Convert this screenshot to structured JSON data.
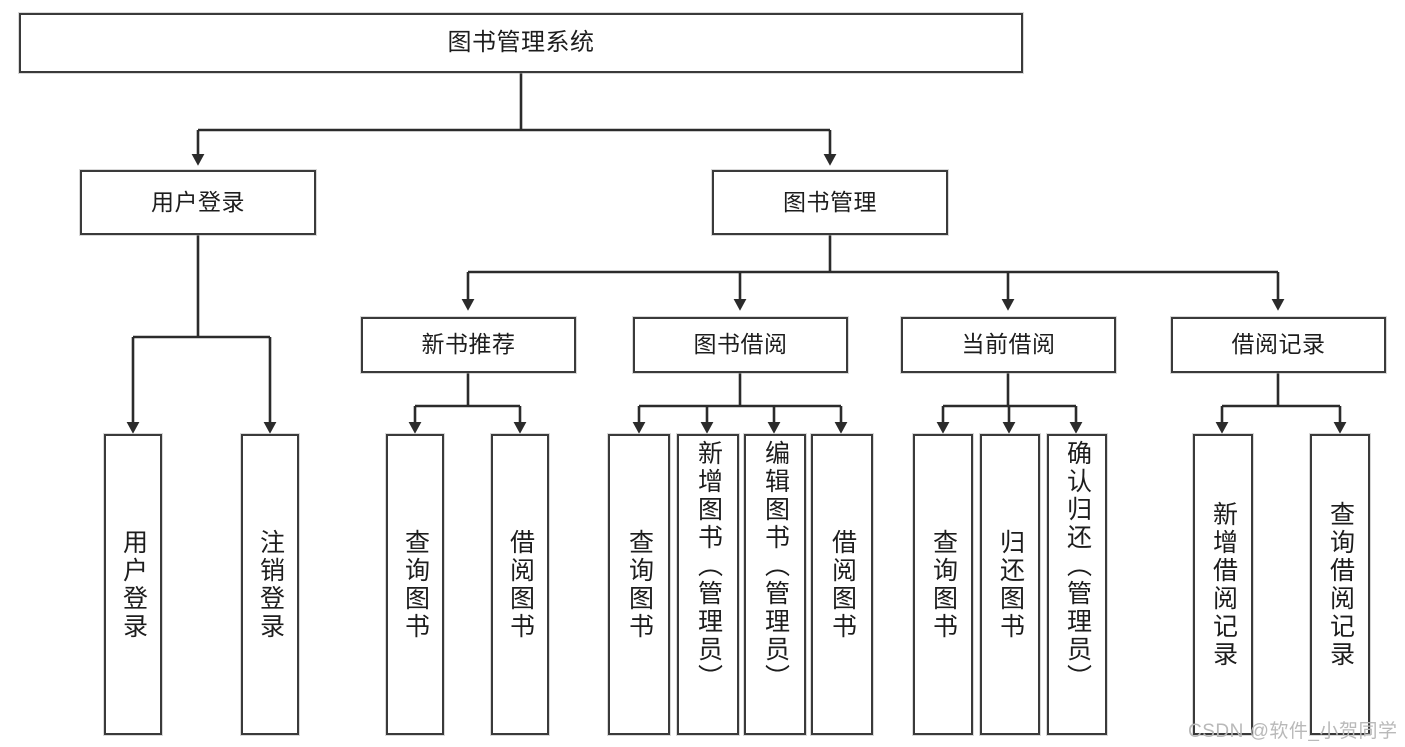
{
  "diagram": {
    "title": "图书管理系统",
    "type": "tree",
    "watermark": "CSDN @软件_小贺同学",
    "colors": {
      "box_border": "#3a3a3a",
      "box_fill": "#ffffff",
      "edge": "#2b2b2b",
      "text": "#1d1d1d",
      "watermark": "#b9b9b9",
      "background": "#ffffff"
    },
    "nodes": {
      "root": {
        "label": "图书管理系统"
      },
      "level1": [
        {
          "label": "用户登录"
        },
        {
          "label": "图书管理"
        }
      ],
      "level2": [
        {
          "label": "新书推荐"
        },
        {
          "label": "图书借阅"
        },
        {
          "label": "当前借阅"
        },
        {
          "label": "借阅记录"
        }
      ],
      "leaves_user_login": [
        {
          "label": "用户登录"
        },
        {
          "label": "注销登录"
        }
      ],
      "leaves_new_book": [
        {
          "label": "查询图书"
        },
        {
          "label": "借阅图书"
        }
      ],
      "leaves_borrow": [
        {
          "label": "查询图书"
        },
        {
          "label": "新增图书（管理员）"
        },
        {
          "label": "编辑图书（管理员）"
        },
        {
          "label": "借阅图书"
        }
      ],
      "leaves_current": [
        {
          "label": "查询图书"
        },
        {
          "label": "归还图书"
        },
        {
          "label": "确认归还（管理员）"
        }
      ],
      "leaves_records": [
        {
          "label": "新增借阅记录"
        },
        {
          "label": "查询借阅记录"
        }
      ]
    }
  }
}
